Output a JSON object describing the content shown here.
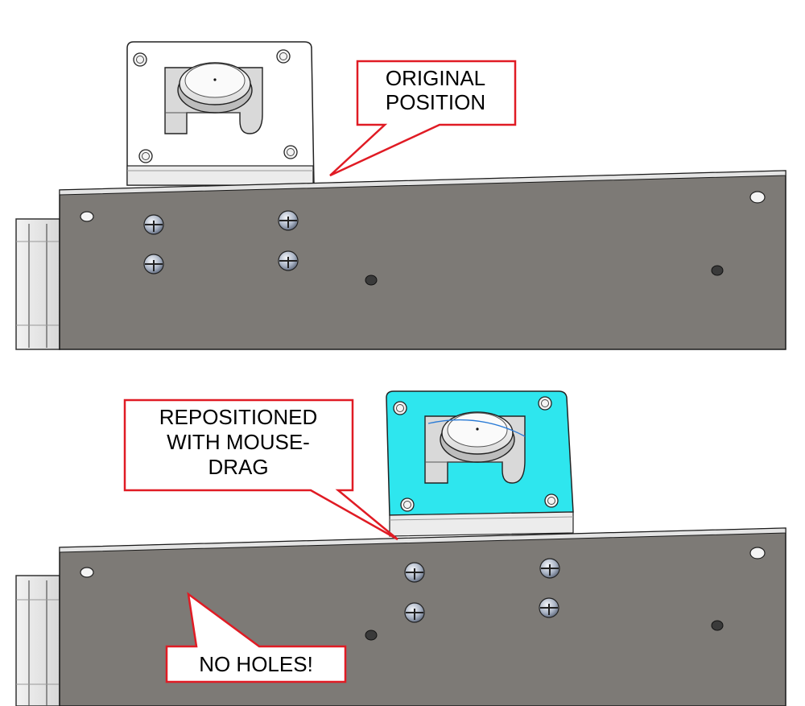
{
  "callouts": {
    "original": {
      "line1": "ORIGINAL",
      "line2": "POSITION"
    },
    "repositioned": {
      "line1": "REPOSITIONED",
      "line2": "WITH MOUSE-",
      "line3": "DRAG"
    },
    "no_holes": {
      "line1": "NO HOLES!"
    }
  },
  "colors": {
    "callout_border": "#e01b24",
    "panel_gray": "#7d7a76",
    "selected_highlight": "#2ee6ee",
    "outline": "#1a1a1a"
  }
}
